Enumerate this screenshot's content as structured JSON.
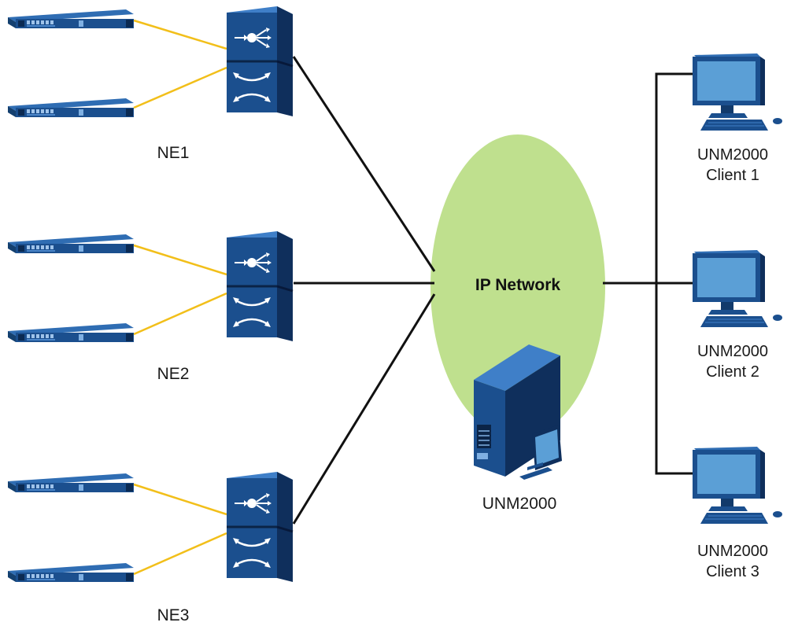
{
  "cloud": {
    "label": "IP Network",
    "fill": "#bfe08e"
  },
  "server": {
    "label": "UNM2000"
  },
  "nes": [
    {
      "label": "NE1"
    },
    {
      "label": "NE2"
    },
    {
      "label": "NE3"
    }
  ],
  "clients": [
    {
      "line1": "UNM2000",
      "line2": "Client 1"
    },
    {
      "line1": "UNM2000",
      "line2": "Client 2"
    },
    {
      "line1": "UNM2000",
      "line2": "Client 3"
    }
  ],
  "colors": {
    "device_blue": "#1b4f8e",
    "device_dark": "#0f2f5c",
    "fiber": "#f2bf1a",
    "link": "#111111",
    "monitor_screen": "#5b9fd6"
  },
  "icons": {
    "ne_switch": "router-switch-icon",
    "olt_device": "rack-device-icon",
    "server": "server-tower-icon",
    "client": "desktop-computer-icon"
  }
}
